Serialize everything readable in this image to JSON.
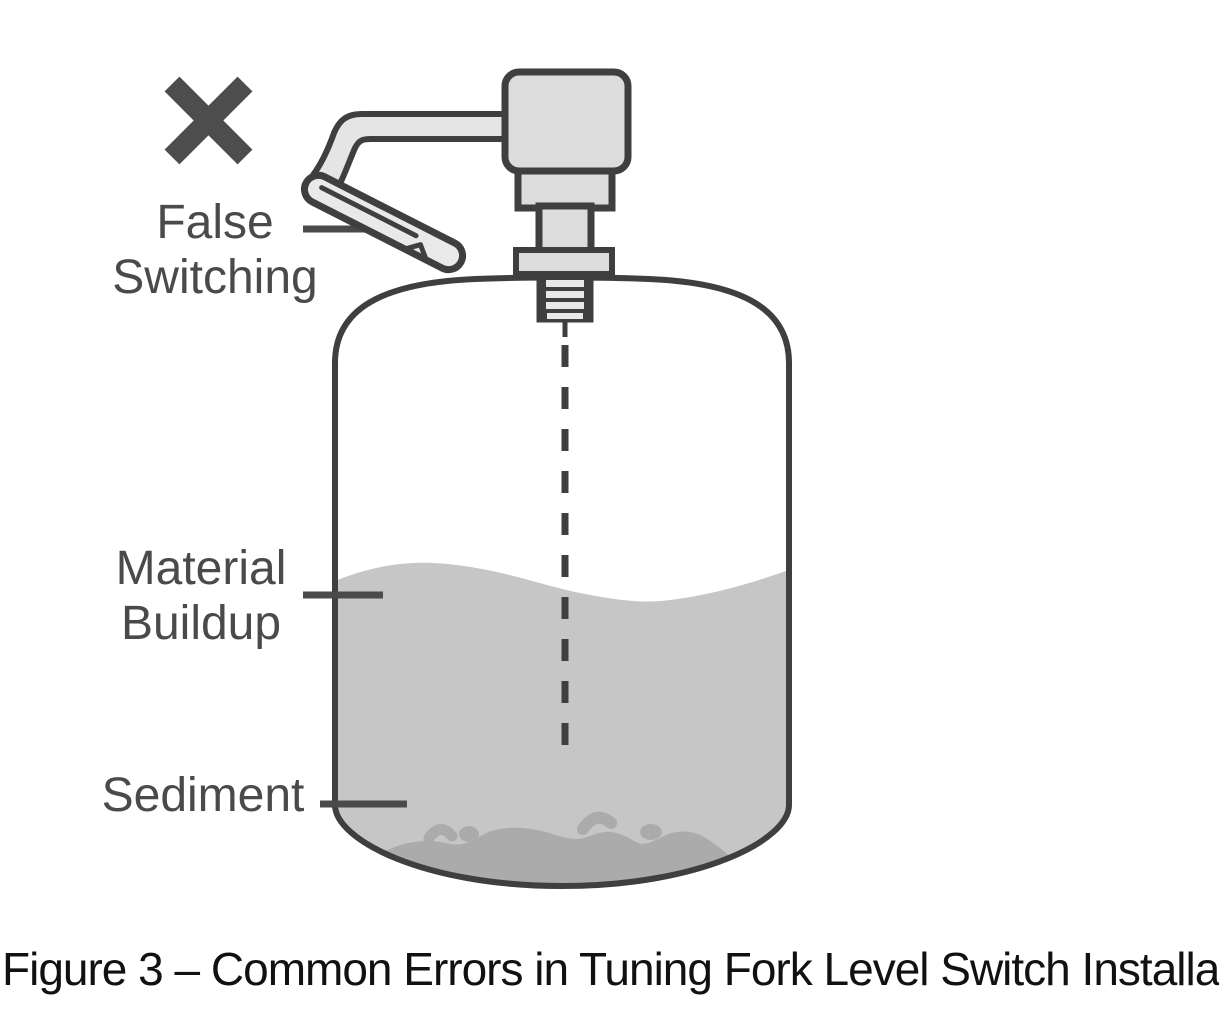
{
  "figure": {
    "caption": "Figure 3 – Common Errors in Tuning Fork Level Switch Installa",
    "labels": {
      "false_switching_line1": "False",
      "false_switching_line2": "Switching",
      "material_buildup_line1": "Material",
      "material_buildup_line2": "Buildup",
      "sediment": "Sediment"
    },
    "icons": {
      "error_mark": "x-mark-icon"
    },
    "colors": {
      "outline": "#3f3f3f",
      "label_text": "#4a4a4a",
      "caption_text": "#111111",
      "device_fill": "#dcdcdc",
      "fork_fill": "#e9e9e9",
      "arm_fill": "#e5e5e5",
      "material_fill": "#c6c6c6",
      "sediment_fill": "#ababab",
      "background": "#ffffff"
    }
  }
}
